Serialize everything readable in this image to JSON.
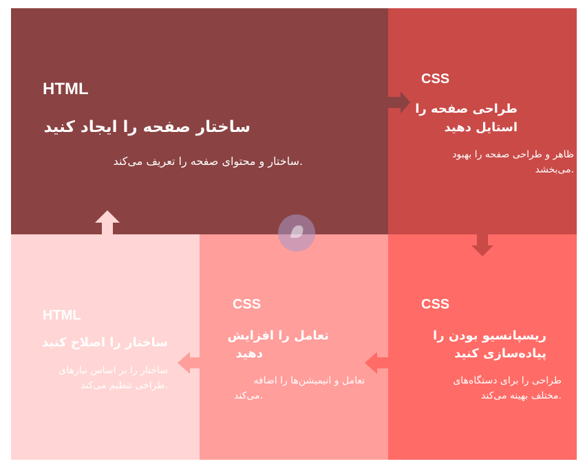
{
  "colors": {
    "html_panel": "#8a4242",
    "css_style_panel": "#c94a47",
    "css_responsive_panel": "#ff6b66",
    "css_interaction_panel": "#ff9e9b",
    "html_fix_panel": "#ffd6d5",
    "arrow_dark": "#8a4242",
    "arrow_red": "#c94a47",
    "arrow_coral": "#ff6b66",
    "arrow_salmon": "#ff9e9b",
    "arrow_pink": "#ffd6d5",
    "logo": "#a898c8"
  },
  "steps": [
    {
      "tag": "HTML",
      "heading": "ساختار صفحه را ایجاد کنید",
      "desc_line1": ".ساختار و محتوای صفحه را تعریف می‌کند"
    },
    {
      "tag": "CSS",
      "heading_line1": "طراحی صفحه را",
      "heading_line2": "استایل دهید",
      "desc_line1": "ظاهر و طراحی صفحه را بهبود",
      "desc_line2": ".می‌بخشد"
    },
    {
      "tag": "CSS",
      "heading_line1": "ریسپانسیو بودن را",
      "heading_line2": "پیاده‌سازی کنید",
      "desc_line1": "طراحی را برای دستگاه‌های",
      "desc_line2": ".مختلف بهینه می‌کند"
    },
    {
      "tag": "CSS",
      "heading_line1": "تعامل را افزایش",
      "heading_line2": "دهید",
      "desc_line1": "تعامل و انیمیشن‌ها را اضافه",
      "desc_line2": ".می‌کند"
    },
    {
      "tag": "HTML",
      "heading": "ساختار را اصلاح کنید",
      "desc_line1": "ساختار را بر اساس نیازهای",
      "desc_line2": ".طراحی تنظیم می‌کند"
    }
  ],
  "logo_icon": "site-logo-icon"
}
